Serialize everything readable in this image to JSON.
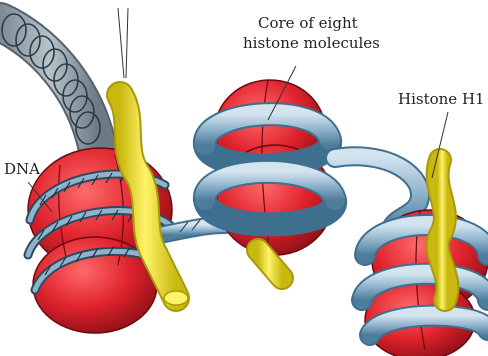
{
  "labels": {
    "core": "Core of eight histone molecules",
    "core_line1": "Core of eight",
    "core_line2": "histone molecules",
    "h1": "Histone H1",
    "dna": "DNA"
  },
  "colors": {
    "dna_blue": "#8fb3cc",
    "dna_blue_dark": "#3f6f8f",
    "histone_red": "#e0232d",
    "histone_red_dark": "#8e0f16",
    "h1_yellow": "#f5e82a",
    "h1_yellow_dark": "#a89a0a",
    "background": "#ffffff"
  },
  "icons": [
    "nucleosome-diagram"
  ]
}
